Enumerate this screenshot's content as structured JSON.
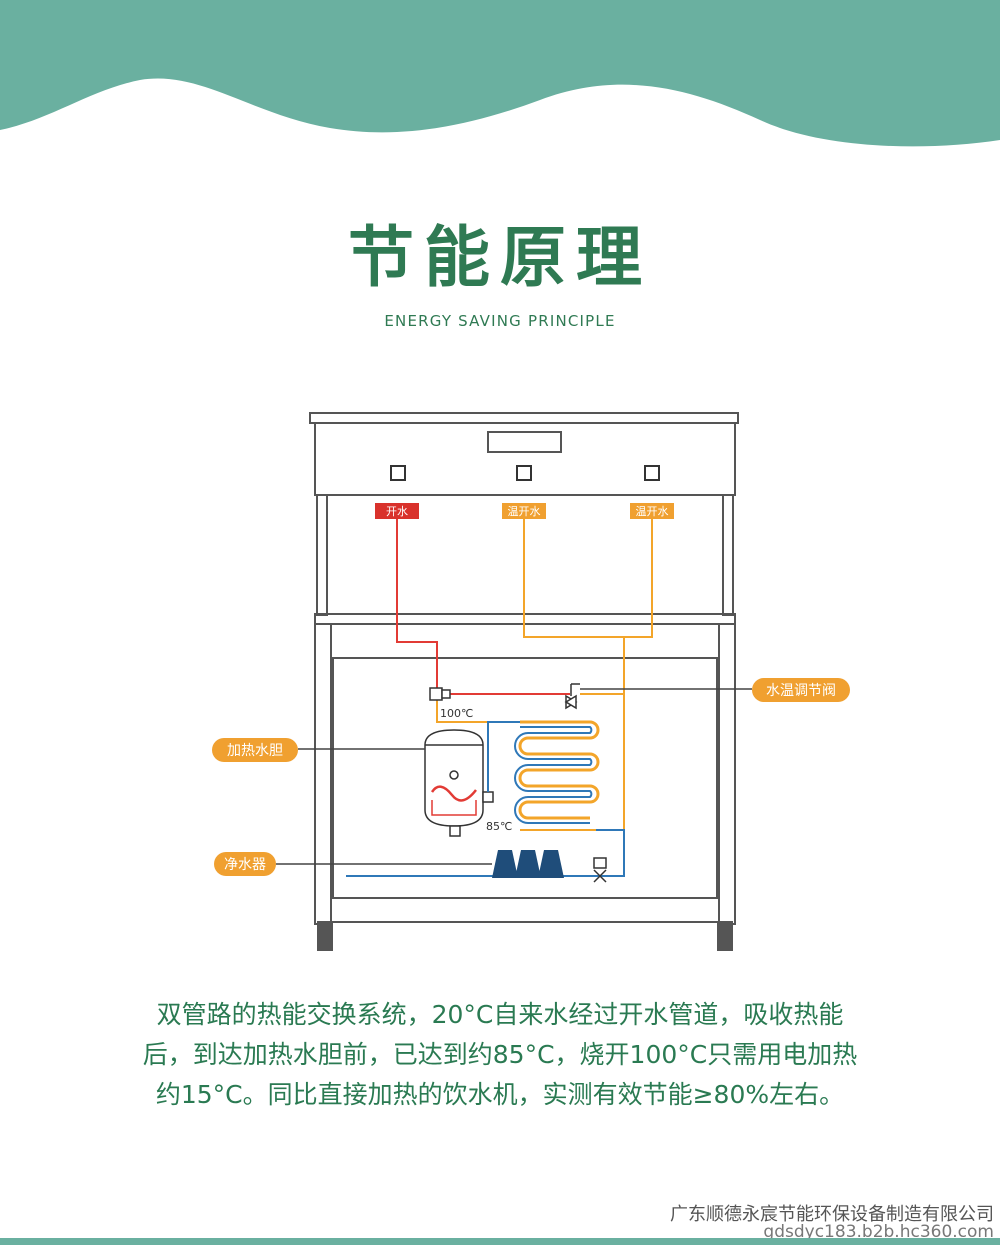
{
  "header": {
    "title": "节能原理",
    "subtitle": "ENERGY SAVING PRINCIPLE"
  },
  "diagram": {
    "outlet_labels": [
      "开水",
      "温开水",
      "温开水"
    ],
    "callouts": {
      "valve": "水温调节阀",
      "tank": "加热水胆",
      "filter": "净水器"
    },
    "temps": {
      "hot": "100℃",
      "tank": "85℃"
    }
  },
  "description": {
    "line1": "双管路的热能交换系统，20°C自来水经过开水管道，吸收热能",
    "line2": "后，到达加热水胆前，已达到约85°C，烧开100°C只需用电加热",
    "line3": "约15°C。同比直接加热的饮水机，实测有效节能≥80%左右。"
  },
  "footer": {
    "company": "广东顺德永宸节能环保设备制造有限公司",
    "url": "gdsdyc183.b2b.hc360.com"
  },
  "colors": {
    "brand_green": "#2f7a53",
    "wave_teal": "#6ab0a0",
    "hot_red": "#e23b35",
    "warm_orange": "#f3a52a",
    "cold_blue": "#2f78b8",
    "label_red": "#d9322c",
    "label_orange": "#f0a030"
  }
}
